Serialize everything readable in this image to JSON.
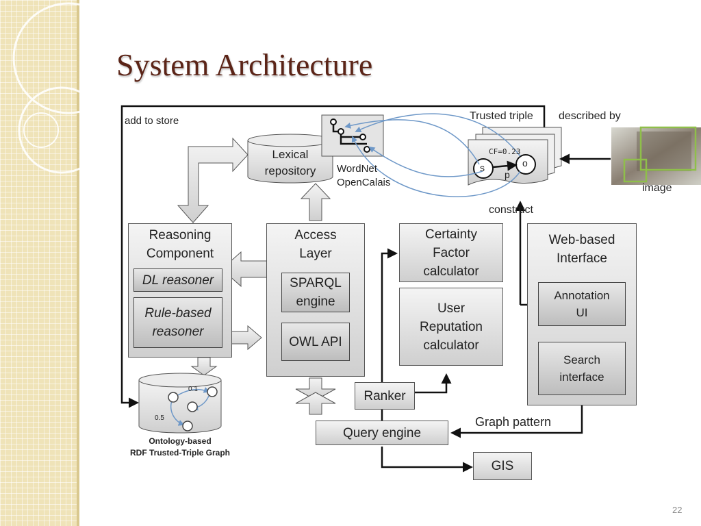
{
  "slide": {
    "title": "System Architecture",
    "page_number": "22"
  },
  "diagram": {
    "add_to_store": "add to store",
    "lexical_repository": "Lexical\nrepository",
    "wordnet": "WordNet",
    "opencalais": "OpenCalais",
    "trusted_triple": "Trusted triple",
    "described_by": "described by",
    "image_label": "image",
    "cf_value": "CF=0.23",
    "node_s": "s",
    "node_o": "o",
    "node_p": "p",
    "construct": "construct",
    "reasoning_component": "Reasoning\nComponent",
    "dl_reasoner": "DL reasoner",
    "rule_based_reasoner": "Rule-based\nreasoner",
    "access_layer": "Access\nLayer",
    "sparql_engine": "SPARQL\nengine",
    "owl_api": "OWL API",
    "certainty_factor_calculator": "Certainty\nFactor\ncalculator",
    "user_reputation_calculator": "User\nReputation\ncalculator",
    "web_based_interface": "Web-based\nInterface",
    "annotation_ui": "Annotation\nUI",
    "search_interface": "Search\ninterface",
    "ranker": "Ranker",
    "query_engine": "Query engine",
    "graph_pattern": "Graph pattern",
    "gis": "GIS",
    "graph_weight_1": "0.1",
    "graph_weight_2": "0.5",
    "ontology_graph": "Ontology-based\nRDF Trusted-Triple Graph"
  },
  "colors": {
    "title": "#5b2417",
    "accent_blue": "#6e98c8",
    "image_frame": "#8fbf4a"
  }
}
